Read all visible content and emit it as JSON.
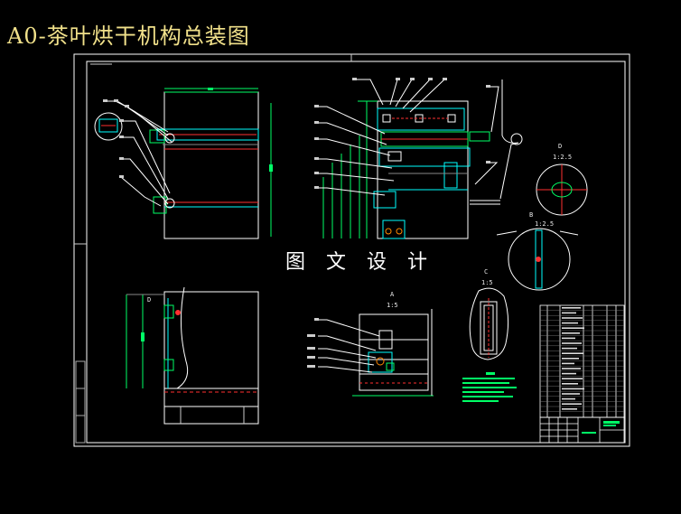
{
  "page_title": "A0-茶叶烘干机构总装图",
  "watermark": "图 文 设 计",
  "views": {
    "detail_d": {
      "label": "D",
      "scale": "1:2.5"
    },
    "detail_b": {
      "label": "B",
      "scale": "1:2.5"
    },
    "detail_c": {
      "label": "C",
      "scale": "1:5"
    },
    "detail_a": {
      "label": "A",
      "scale": "1:5"
    },
    "side_view_marker": "D"
  },
  "colors": {
    "background": "#000000",
    "frame": "#ffffff",
    "title": "#f0e08a",
    "dimension": "#00ff66",
    "hidden": "#00ffff",
    "accent": "#ff3030",
    "leader": "#ffffff"
  }
}
